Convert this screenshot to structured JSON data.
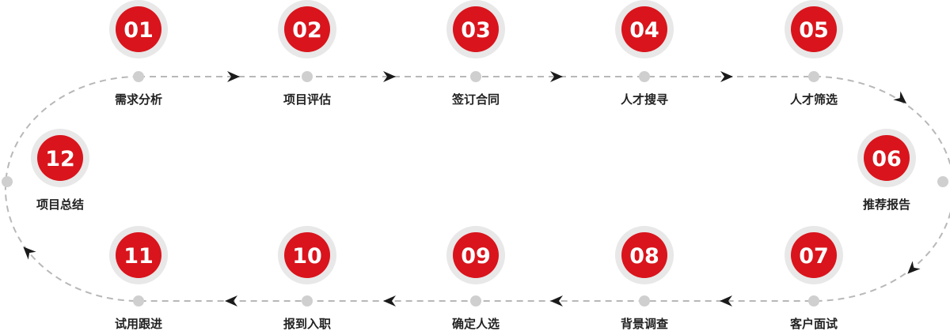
{
  "process": {
    "colors": {
      "badge_fill": "#d9141c",
      "badge_ring": "#e8e8e8",
      "track": "#b8b8b8",
      "node_dot": "#cfcfcf",
      "arrow": "#1a1a1a",
      "label": "#222222"
    },
    "steps": [
      {
        "number": "01",
        "label": "需求分析"
      },
      {
        "number": "02",
        "label": "项目评估"
      },
      {
        "number": "03",
        "label": "签订合同"
      },
      {
        "number": "04",
        "label": "人才搜寻"
      },
      {
        "number": "05",
        "label": "人才筛选"
      },
      {
        "number": "06",
        "label": "推荐报告"
      },
      {
        "number": "07",
        "label": "客户面试"
      },
      {
        "number": "08",
        "label": "背景调查"
      },
      {
        "number": "09",
        "label": "确定人选"
      },
      {
        "number": "10",
        "label": "报到入职"
      },
      {
        "number": "11",
        "label": "试用跟进"
      },
      {
        "number": "12",
        "label": "项目总结"
      }
    ]
  }
}
